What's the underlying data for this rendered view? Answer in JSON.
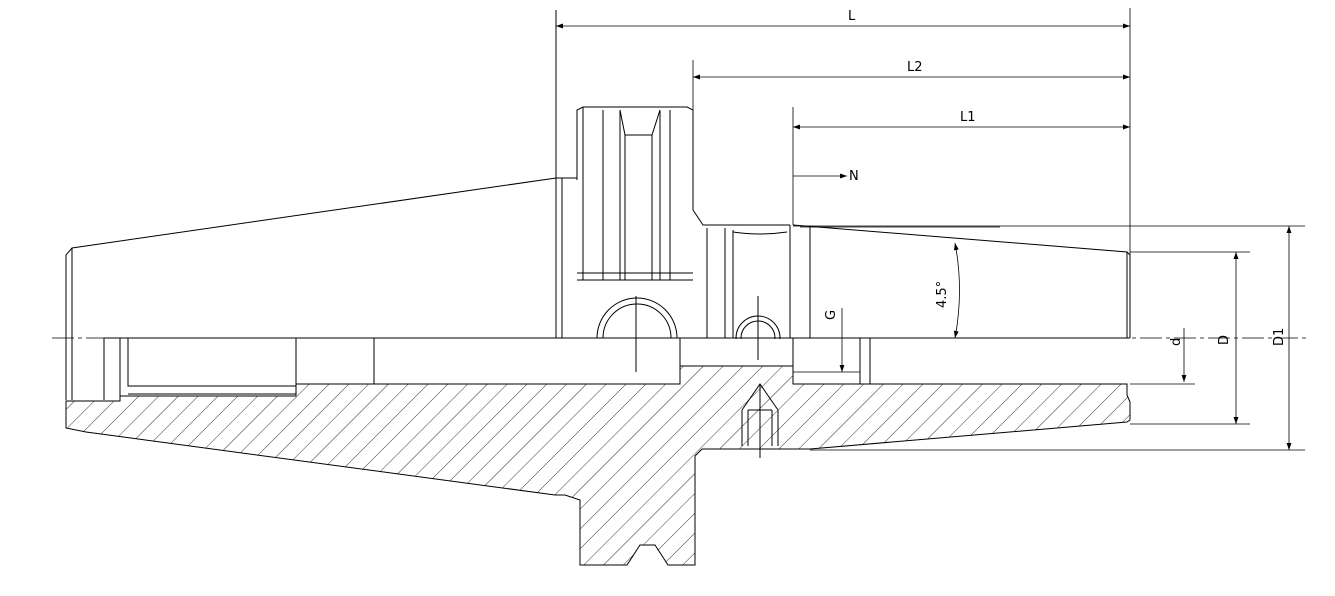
{
  "dimensions": {
    "L": "L",
    "L2": "L2",
    "L1": "L1",
    "N": "N",
    "G": "G",
    "angle": "4.5°",
    "d": "d",
    "D": "D",
    "D1": "D1"
  },
  "colors": {
    "line": "#000000",
    "background": "#ffffff"
  }
}
